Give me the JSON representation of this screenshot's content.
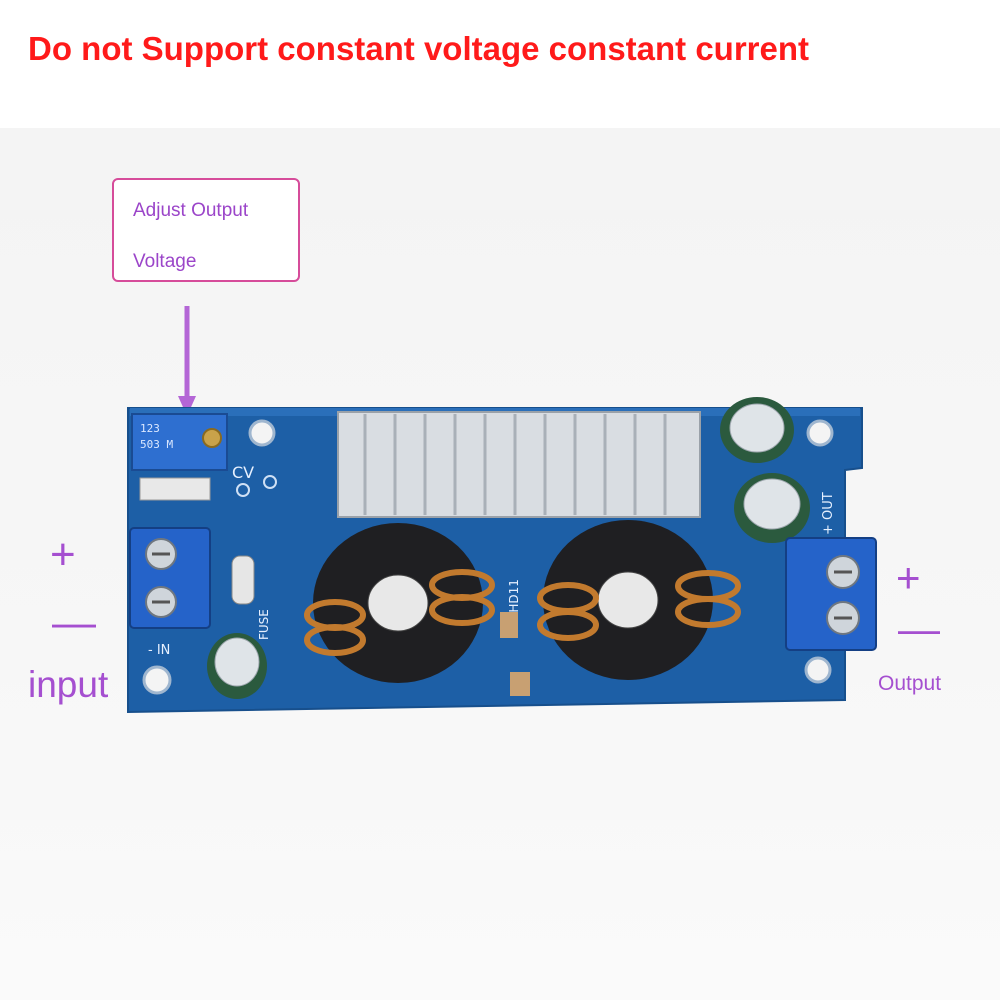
{
  "headline": "Do not Support constant voltage constant current",
  "callout": {
    "line1": "Adjust Output",
    "line2": "Voltage"
  },
  "input_side": {
    "plus": "+",
    "minus": "—",
    "label": "input"
  },
  "output_side": {
    "plus": "+",
    "minus": "—",
    "label": "Output"
  },
  "board": {
    "pot_marking_line1": "123",
    "pot_marking_line2": "503 M",
    "cv_label": "CV",
    "in_label": "- IN",
    "out_label": "+ OUT",
    "fuse_label": "FUSE",
    "chip_label": "YHD11",
    "colors": {
      "pcb": "#1d5fa6",
      "heatsink": "#d9dde2",
      "copper": "#c27a2e",
      "terminal": "#2563c9"
    }
  }
}
